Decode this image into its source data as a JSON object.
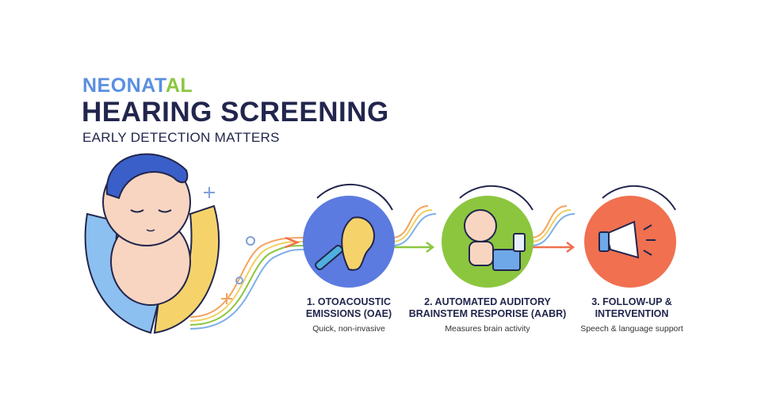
{
  "title": {
    "line1_part1": "NEONAT",
    "line1_part2": "AL",
    "line2": "HEARING SCREENING",
    "subtitle": "EARLY DETECTION MATTERS"
  },
  "steps": [
    {
      "line1": "1. OTOACOUSTIC",
      "line2": "EMISSIONS (OAE)",
      "desc": "Quick, non-invasive",
      "color": "#5b7be0"
    },
    {
      "line1": "2. AUTOMATED AUDITORY",
      "line2": "BRAINSTEM RESPORISE (AABR)",
      "desc": "Measures brain activity",
      "color": "#8cc63f"
    },
    {
      "line1": "3. FOLLOW-UP &",
      "line2": "INTERVENTION",
      "desc": "Speech & language support",
      "color": "#f07050"
    }
  ]
}
